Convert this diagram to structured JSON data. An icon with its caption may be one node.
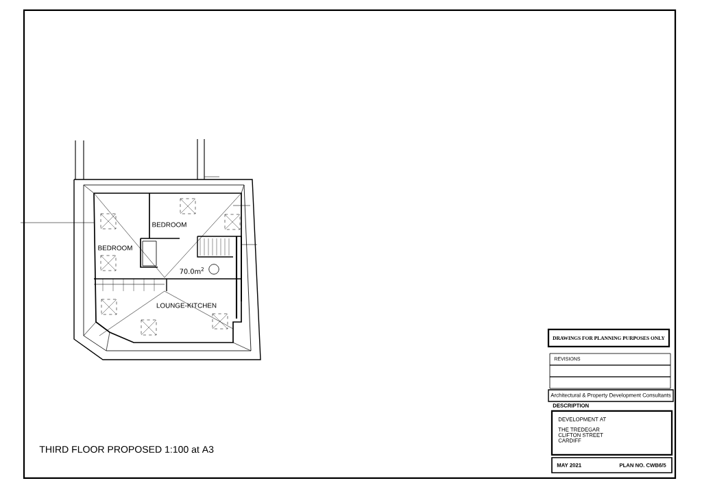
{
  "diagram": {
    "caption": "THIRD FLOOR PROPOSED 1:100 at A3",
    "labels": [
      "BEDROOM",
      "BEDROOM",
      "LOUNGE-KITCHEN",
      "70.0m$^{2}$",
      "DRAWINGS FOR PLANNING PURPOSES ONLY",
      "REVISIONS",
      "Architectural & Property Development Consultants",
      "DESCRIPTION",
      "DEVELOPMENT AT",
      "THE TREDEGAR",
      "CLIFTON STREET",
      "CARDIFF",
      "MAY 2021",
      "PLAN NO. CWB6/5"
    ]
  }
}
